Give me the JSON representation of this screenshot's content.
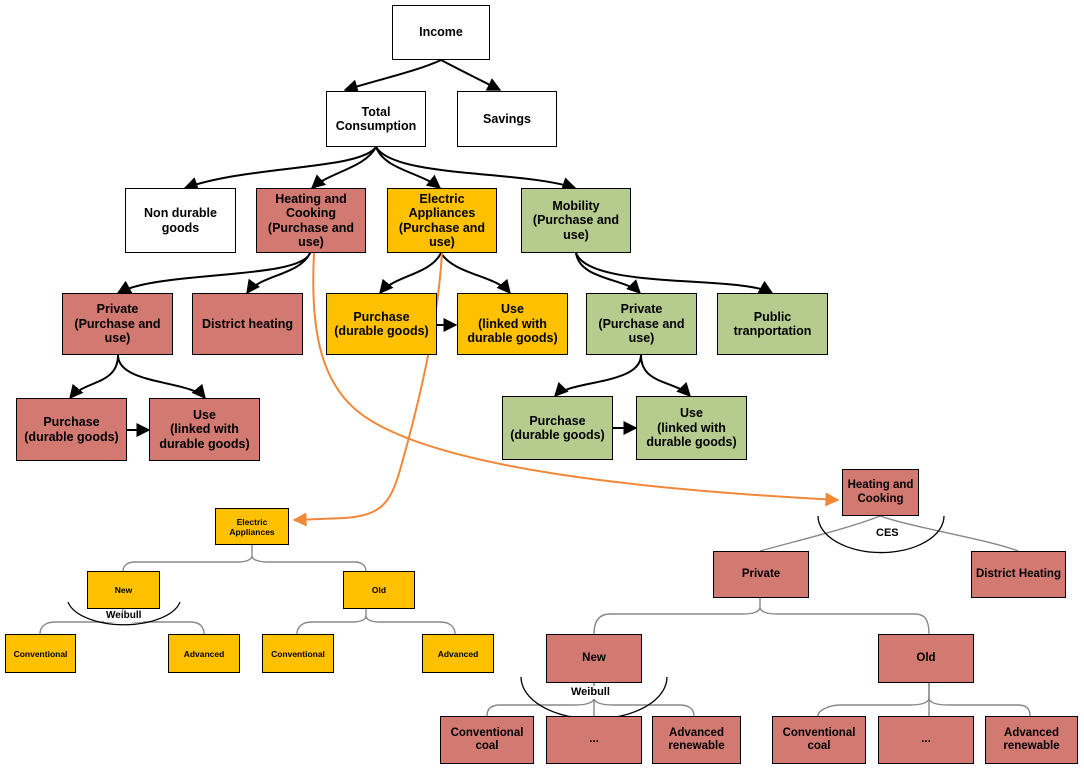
{
  "colors": {
    "white": "#ffffff",
    "red": "#d27a72",
    "yellow": "#ffc000",
    "green": "#b5cc8e",
    "orange_arrow": "#f0883a"
  },
  "tree": {
    "income": "Income",
    "total_consumption": "Total\nConsumption",
    "savings": "Savings",
    "non_durable": "Non durable\ngoods",
    "heating_cooking": "Heating and\nCooking\n(Purchase and\nuse)",
    "electric_appliances": "Electric\nAppliances\n(Purchase and\nuse)",
    "mobility": "Mobility\n(Purchase and\nuse)",
    "hc_private": "Private\n(Purchase and\nuse)",
    "district_heating": "District heating",
    "ea_purchase": "Purchase\n(durable goods)",
    "ea_use": "Use\n(linked with\ndurable goods)",
    "mob_private": "Private\n(Purchase and\nuse)",
    "public_transport": "Public\ntranportation",
    "hc_purchase": "Purchase\n(durable goods)",
    "hc_use": "Use\n(linked with\ndurable goods)",
    "mob_purchase": "Purchase\n(durable goods)",
    "mob_use": "Use\n(linked with\ndurable goods)"
  },
  "ea_detail": {
    "root": "Electric\nAppliances",
    "new": "New",
    "old": "Old",
    "weibull": "Weibull",
    "new_conventional": "Conventional",
    "new_advanced": "Advanced",
    "old_conventional": "Conventional",
    "old_advanced": "Advanced"
  },
  "hc_detail": {
    "root": "Heating and\nCooking",
    "ces": "CES",
    "private": "Private",
    "district_heating": "District Heating",
    "new": "New",
    "old": "Old",
    "weibull": "Weibull",
    "new_conventional": "Conventional\ncoal",
    "new_ellipsis": "...",
    "new_advanced": "Advanced\nrenewable",
    "old_conventional": "Conventional\ncoal",
    "old_ellipsis": "...",
    "old_advanced": "Advanced\nrenewable"
  }
}
